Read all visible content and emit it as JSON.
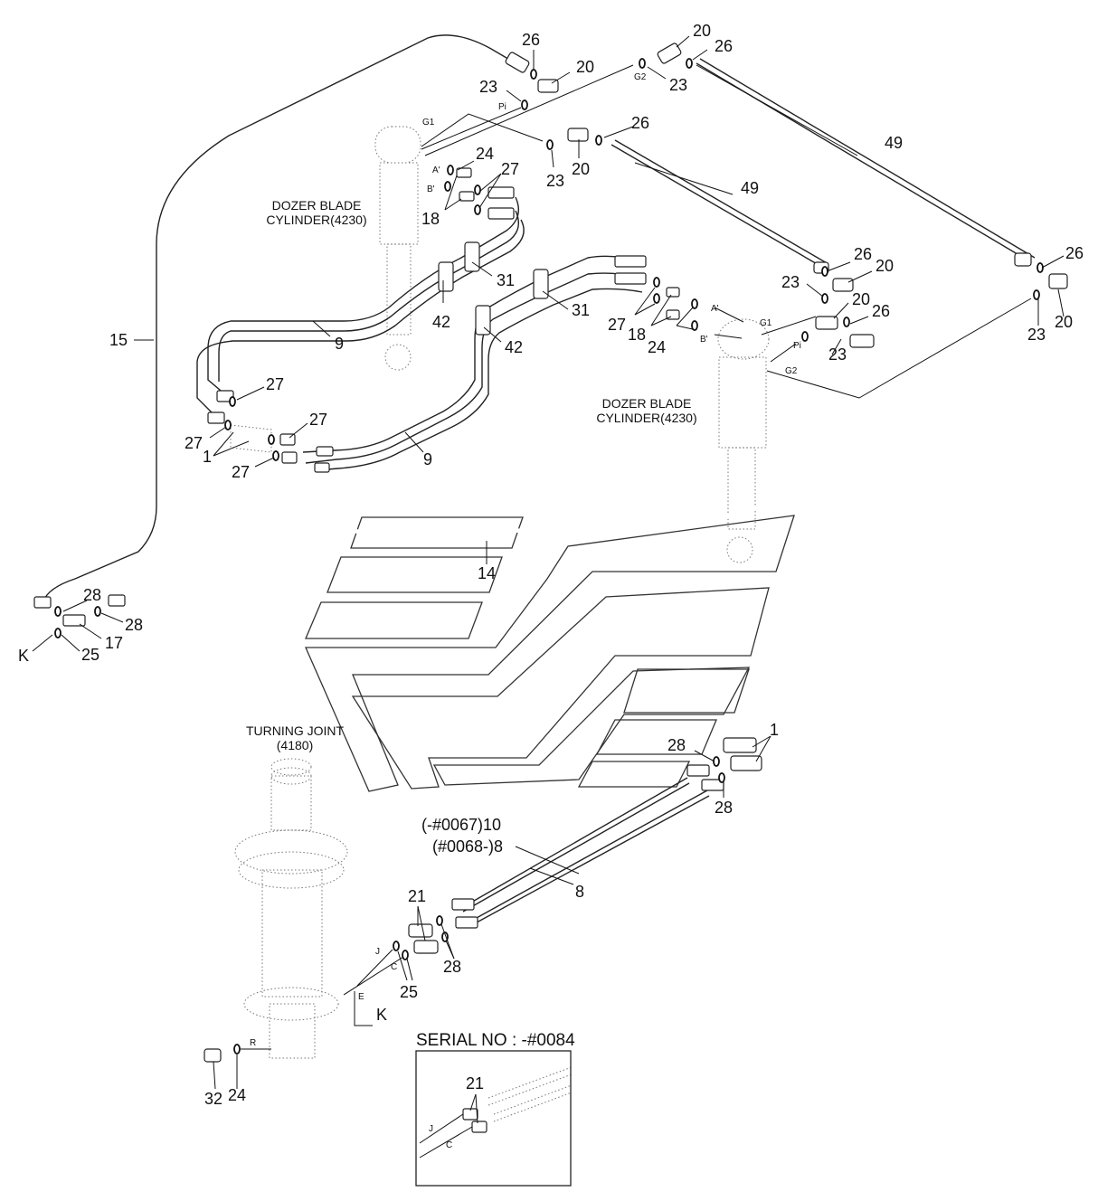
{
  "captions": {
    "dozer_blade_cylinder_left": [
      "DOZER BLADE",
      "CYLINDER(4230)"
    ],
    "dozer_blade_cylinder_right": [
      "DOZER BLADE",
      "CYLINDER(4230)"
    ],
    "turning_joint": [
      "TURNING JOINT",
      "(4180)"
    ],
    "serial_no": "SERIAL NO : -#0084"
  },
  "hose_variants": {
    "line1": "(-#0067)10",
    "line2": "(#0068-)8"
  },
  "port_labels": [
    "G1",
    "G2",
    "Pi",
    "A'",
    "B'",
    "J",
    "C",
    "E",
    "R"
  ],
  "part_numbers": [
    "1",
    "8",
    "9",
    "14",
    "15",
    "17",
    "18",
    "20",
    "21",
    "23",
    "24",
    "25",
    "26",
    "27",
    "28",
    "31",
    "32",
    "42",
    "49"
  ],
  "callouts": [
    {
      "id": "c26a",
      "text": "26"
    },
    {
      "id": "c20a",
      "text": "20"
    },
    {
      "id": "c23a",
      "text": "23"
    },
    {
      "id": "c20b",
      "text": "20"
    },
    {
      "id": "c26b",
      "text": "26"
    },
    {
      "id": "c23b",
      "text": "23"
    },
    {
      "id": "c26c",
      "text": "26"
    },
    {
      "id": "c23c",
      "text": "23"
    },
    {
      "id": "c20c",
      "text": "20"
    },
    {
      "id": "c49a",
      "text": "49"
    },
    {
      "id": "c49b",
      "text": "49"
    },
    {
      "id": "c24a",
      "text": "24"
    },
    {
      "id": "c27a",
      "text": "27"
    },
    {
      "id": "c18a",
      "text": "18"
    },
    {
      "id": "c15",
      "text": "15"
    },
    {
      "id": "c9a",
      "text": "9"
    },
    {
      "id": "c42a",
      "text": "42"
    },
    {
      "id": "c31a",
      "text": "31"
    },
    {
      "id": "c31b",
      "text": "31"
    },
    {
      "id": "c42b",
      "text": "42"
    },
    {
      "id": "c27b",
      "text": "27"
    },
    {
      "id": "c18b",
      "text": "18"
    },
    {
      "id": "c24b",
      "text": "24"
    },
    {
      "id": "c26d",
      "text": "26"
    },
    {
      "id": "c20d",
      "text": "20"
    },
    {
      "id": "c23d",
      "text": "23"
    },
    {
      "id": "c20e",
      "text": "20"
    },
    {
      "id": "c26e",
      "text": "26"
    },
    {
      "id": "c23e",
      "text": "23"
    },
    {
      "id": "c26f",
      "text": "26"
    },
    {
      "id": "c23f",
      "text": "23"
    },
    {
      "id": "c20f",
      "text": "20"
    },
    {
      "id": "c27c",
      "text": "27"
    },
    {
      "id": "c27d",
      "text": "27"
    },
    {
      "id": "c27e",
      "text": "27"
    },
    {
      "id": "c1a",
      "text": "1"
    },
    {
      "id": "c27f",
      "text": "27"
    },
    {
      "id": "c9b",
      "text": "9"
    },
    {
      "id": "c14",
      "text": "14"
    },
    {
      "id": "c28a",
      "text": "28"
    },
    {
      "id": "c28b",
      "text": "28"
    },
    {
      "id": "c17",
      "text": "17"
    },
    {
      "id": "cK1",
      "text": "K"
    },
    {
      "id": "c25a",
      "text": "25"
    },
    {
      "id": "c1b",
      "text": "1"
    },
    {
      "id": "c28c",
      "text": "28"
    },
    {
      "id": "c28d",
      "text": "28"
    },
    {
      "id": "c8",
      "text": "8"
    },
    {
      "id": "c21a",
      "text": "21"
    },
    {
      "id": "c28e",
      "text": "28"
    },
    {
      "id": "c25b",
      "text": "25"
    },
    {
      "id": "cK2",
      "text": "K"
    },
    {
      "id": "c32",
      "text": "32"
    },
    {
      "id": "c24c",
      "text": "24"
    },
    {
      "id": "c21b",
      "text": "21"
    }
  ],
  "ports": [
    {
      "id": "pG1a",
      "text": "G1"
    },
    {
      "id": "pG2a",
      "text": "G2"
    },
    {
      "id": "pPia",
      "text": "Pi"
    },
    {
      "id": "pAa",
      "text": "A'"
    },
    {
      "id": "pBa",
      "text": "B'"
    },
    {
      "id": "pAb",
      "text": "A'"
    },
    {
      "id": "pBb",
      "text": "B'"
    },
    {
      "id": "pG1b",
      "text": "G1"
    },
    {
      "id": "pPib",
      "text": "Pi"
    },
    {
      "id": "pG2b",
      "text": "G2"
    },
    {
      "id": "pJa",
      "text": "J"
    },
    {
      "id": "pCa",
      "text": "C"
    },
    {
      "id": "pE",
      "text": "E"
    },
    {
      "id": "pR",
      "text": "R"
    },
    {
      "id": "pJb",
      "text": "J"
    },
    {
      "id": "pCb",
      "text": "C"
    }
  ]
}
